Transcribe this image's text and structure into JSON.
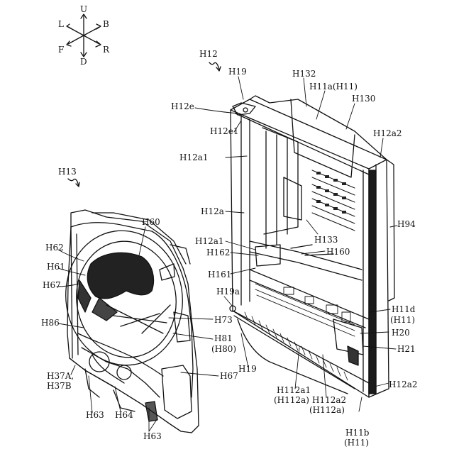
{
  "compass": {
    "up": "U",
    "down": "D",
    "left": "L",
    "right": "R",
    "front": "F",
    "back": "B"
  },
  "left_assembly": {
    "ref": "H13",
    "labels": [
      "H60",
      "H62",
      "H61",
      "H67",
      "H86",
      "H73",
      "H81",
      "(H80)",
      "H67",
      "H37A,",
      "H37B",
      "H63",
      "H64",
      "H63"
    ]
  },
  "right_assembly": {
    "ref": "H12",
    "labels": [
      "H19",
      "H132",
      "H11a(H11)",
      "H130",
      "H12e",
      "H12e1",
      "H12a2",
      "H12a1",
      "H12a",
      "H94",
      "H133",
      "H12a1",
      "H162",
      "H160",
      "H161",
      "H19a",
      "H11d",
      "(H11)",
      "H20",
      "H21",
      "H19",
      "H12a2",
      "H112a1",
      "(H112a)",
      "H112a2",
      "(H112a)",
      "H11b",
      "(H11)"
    ]
  }
}
